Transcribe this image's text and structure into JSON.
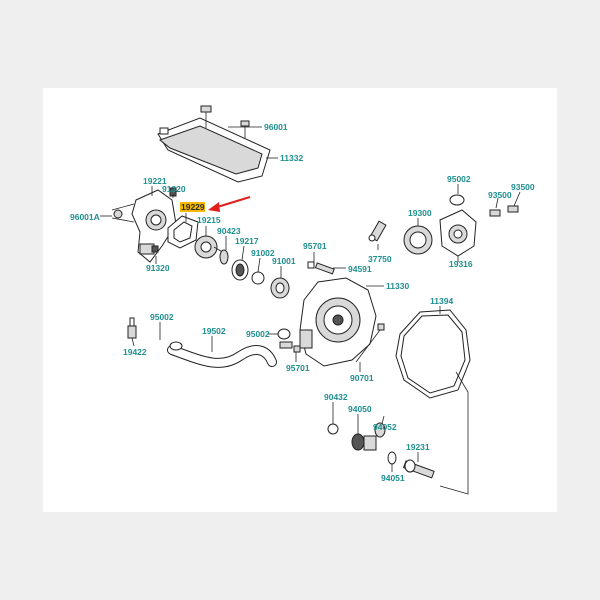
{
  "diagram": {
    "accent_label_color": "#1f8f8f",
    "highlight_color": "#f5b800",
    "arrow_color": "#e0201c",
    "highlighted_part": "19229",
    "labels": {
      "p96001": "96001",
      "p11332": "11332",
      "p19221": "19221",
      "p91320a": "91320",
      "p19229": "19229",
      "p96001A": "96001A",
      "p19215": "19215",
      "p90423": "90423",
      "p19217": "19217",
      "p91320b": "91320",
      "p91002": "91002",
      "p91001": "91001",
      "p95701a": "95701",
      "p94591": "94591",
      "p37750": "37750",
      "p19300": "19300",
      "p95002a": "95002",
      "p93500a": "93500",
      "p93500b": "93500",
      "p19316": "19316",
      "p11330": "11330",
      "p11394": "11394",
      "p95002b": "95002",
      "p19502": "19502",
      "p95002c": "95002",
      "p19422": "19422",
      "p95701b": "95701",
      "p90701": "90701",
      "p90432": "90432",
      "p94050": "94050",
      "p94052": "94052",
      "p19231": "19231",
      "p94051": "94051"
    }
  }
}
